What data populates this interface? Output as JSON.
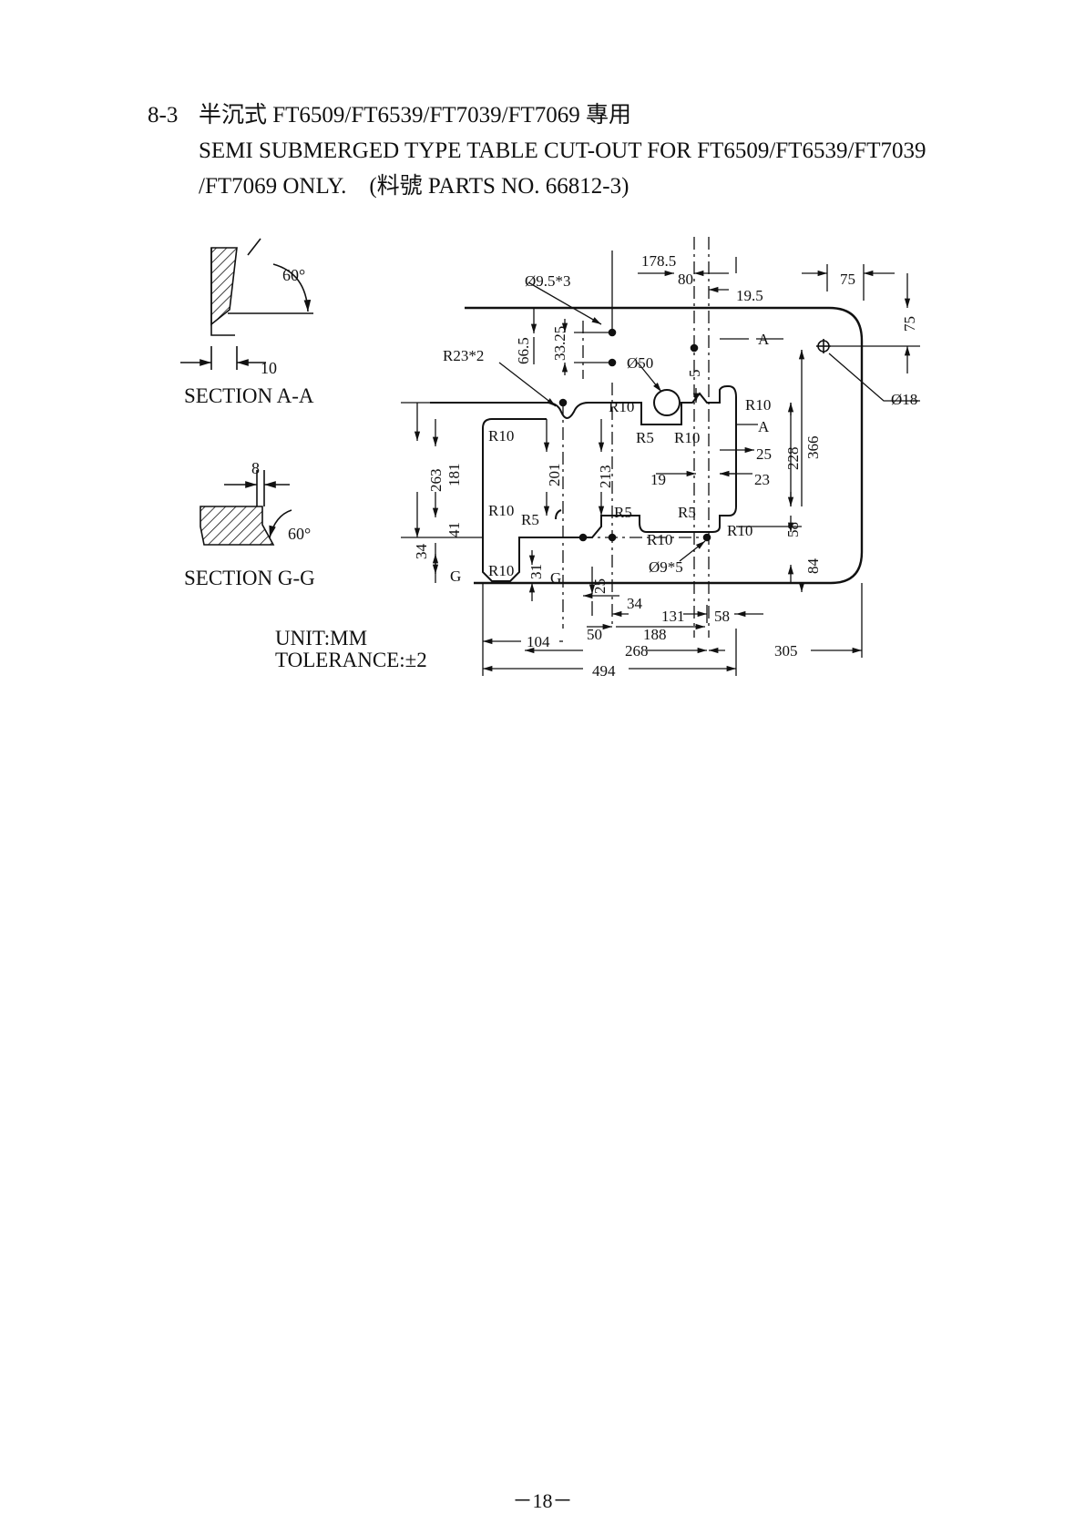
{
  "heading": {
    "number": "8-3",
    "title": "半沉式 FT6509/FT6539/FT7039/FT7069 專用",
    "line2": "SEMI SUBMERGED TYPE TABLE CUT-OUT FOR FT6509/FT6539/FT7039",
    "line3": "/FT7069 ONLY.　(料號 PARTS NO. 66812-3)"
  },
  "section_aa": {
    "caption": "SECTION A-A",
    "angle": "60°",
    "thickness": "10"
  },
  "section_gg": {
    "caption": "SECTION G-G",
    "angle": "60°",
    "thickness": "8"
  },
  "notes": {
    "unit": "UNIT:MM",
    "tolerance": "TOLERANCE:±2"
  },
  "page_number": "－18－",
  "dimensions": {
    "d178_5": "178.5",
    "d80": "80",
    "d75_top": "75",
    "d19_5": "19.5",
    "hole_3": "Ø9.5*3",
    "d75_right": "75",
    "section_a1": "A",
    "section_a2": "A",
    "d66_5": "66.5",
    "d33_25": "33.25",
    "r23": "R23*2",
    "hole_50": "Ø50",
    "d5": "5",
    "hole_18": "Ø18",
    "r10_a": "R10",
    "r10_b": "R10",
    "r10_c": "R10",
    "r5_a": "R5",
    "r10_d": "R10",
    "d25_r": "25",
    "d228": "228",
    "d366": "366",
    "d263": "263",
    "d181": "181",
    "d201": "201",
    "d213": "213",
    "d19": "19",
    "d23": "23",
    "r10_e": "R10",
    "r5_b": "R5",
    "r5_c": "R5",
    "r5_d": "R5",
    "r10_f": "R10",
    "d58_r": "58",
    "d41": "41",
    "r10_g": "R10",
    "d34_l": "34",
    "g1": "G",
    "r10_h": "R10",
    "d31": "31",
    "g2": "G",
    "hole_5": "Ø9*5",
    "d84": "84",
    "d25_b": "25",
    "d34_b": "34",
    "d131": "131",
    "d58_b": "58",
    "d50": "50",
    "d188": "188",
    "d104": "104",
    "d268": "268",
    "d305": "305",
    "d494": "494"
  }
}
